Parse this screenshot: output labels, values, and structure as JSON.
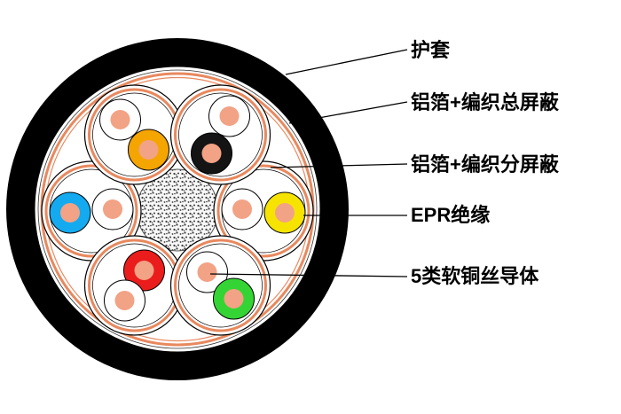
{
  "diagram": {
    "type": "cable-cross-section",
    "labels": [
      {
        "text": "护套"
      },
      {
        "text": "铝箔+编织总屏蔽"
      },
      {
        "text": "铝箔+编织分屏蔽"
      },
      {
        "text": "EPR绝缘"
      },
      {
        "text": "5类软铜丝导体"
      }
    ],
    "colors": {
      "jacket": "#000000",
      "shield_copper": "#e8895f",
      "shield_copper_thin": "#e8895f",
      "conductor_copper": "#f2a285",
      "conductor_copper_edge": "#b06a4a",
      "insulation_white": "#ffffff",
      "pair_orange": "#f5a500",
      "pair_black": "#141414",
      "pair_yellow": "#f6e400",
      "pair_green": "#35d435",
      "pair_red": "#ea1c1c",
      "pair_blue": "#14aaf0",
      "filler_dot": "#3a3a3a",
      "filler_bg": "#f7f7f7",
      "line": "#000000"
    },
    "pairs": [
      {
        "position": "left",
        "conductor_colors": [
          "blue",
          "white"
        ]
      },
      {
        "position": "right",
        "conductor_colors": [
          "white",
          "yellow"
        ]
      },
      {
        "position": "top-left",
        "conductor_colors": [
          "white",
          "orange"
        ]
      },
      {
        "position": "top-right",
        "conductor_colors": [
          "white",
          "black"
        ]
      },
      {
        "position": "bottom-left",
        "conductor_colors": [
          "red",
          "white"
        ]
      },
      {
        "position": "bottom-right",
        "conductor_colors": [
          "white",
          "green"
        ]
      }
    ],
    "pair_count": 6,
    "core": "stippled filler"
  }
}
